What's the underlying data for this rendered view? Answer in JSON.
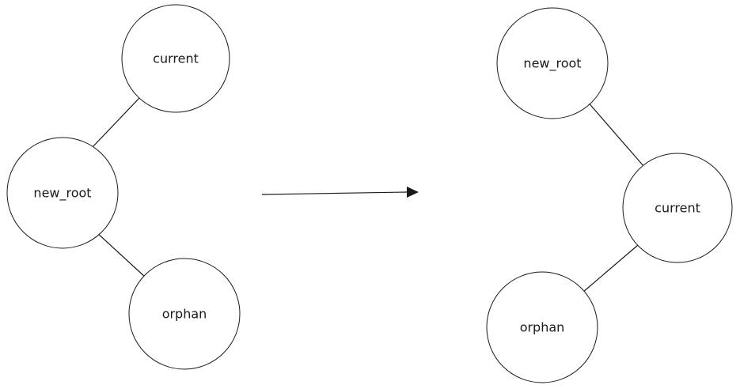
{
  "diagram": {
    "before": {
      "nodes": {
        "current": {
          "label": "current"
        },
        "new_root": {
          "label": "new_root"
        },
        "orphan": {
          "label": "orphan"
        }
      },
      "edges": [
        {
          "from": "current",
          "to": "new_root"
        },
        {
          "from": "new_root",
          "to": "orphan"
        }
      ]
    },
    "after": {
      "nodes": {
        "new_root": {
          "label": "new_root"
        },
        "current": {
          "label": "current"
        },
        "orphan": {
          "label": "orphan"
        }
      },
      "edges": [
        {
          "from": "new_root",
          "to": "current"
        },
        {
          "from": "current",
          "to": "orphan"
        }
      ]
    },
    "transition": {
      "direction": "left-to-right"
    }
  }
}
